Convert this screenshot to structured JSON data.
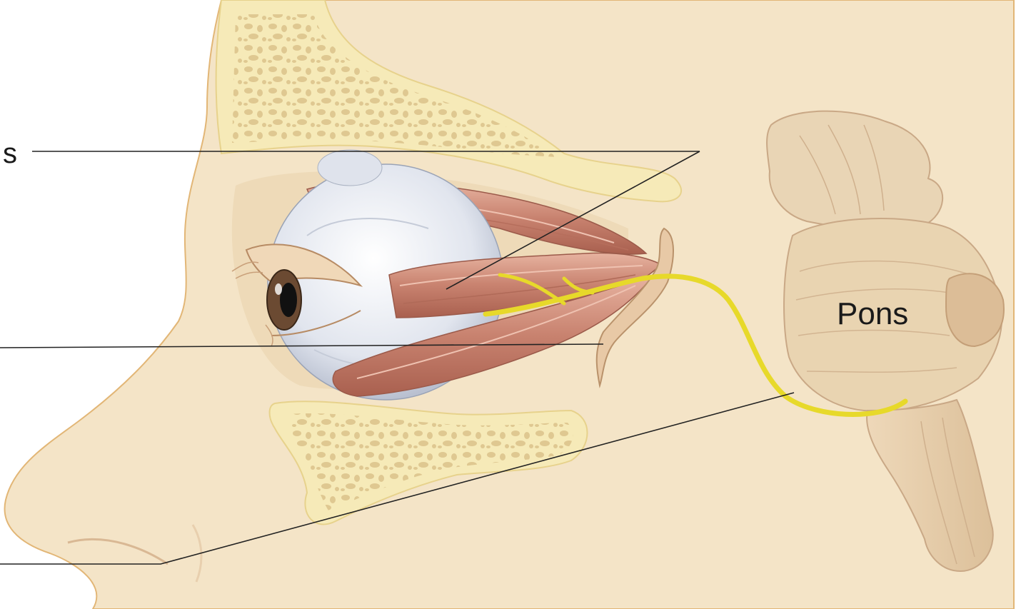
{
  "labels": {
    "pons": "Pons",
    "cut_off_label": "s"
  },
  "colors": {
    "skin": "#f4e4c7",
    "bone": "#f6eab8",
    "bone_pore": "#d9c28b",
    "muscle": "#c98a78",
    "eyeball": "#e4e8f0",
    "nerve": "#e9dc2a",
    "brainstem": "#e7cfae",
    "leader_line": "#222222"
  },
  "icons": {
    "eye": "eyeball-with-iris",
    "brainstem": "pons-and-brainstem",
    "nerve": "abducens-nerve"
  }
}
